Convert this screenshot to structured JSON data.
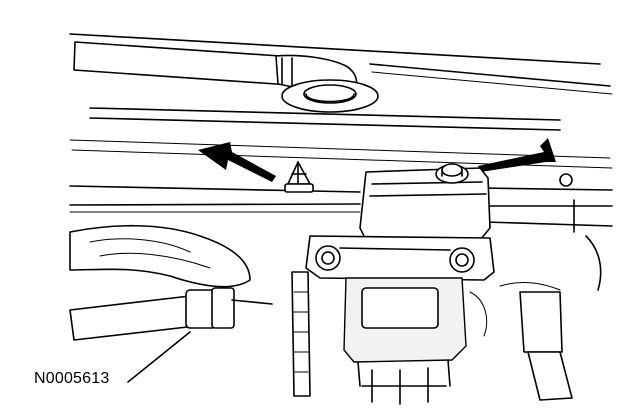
{
  "figure": {
    "id_label": "N0005613",
    "style": "black line-art technical illustration",
    "callouts": {
      "arrows": 2,
      "leader_lines": 1
    }
  }
}
